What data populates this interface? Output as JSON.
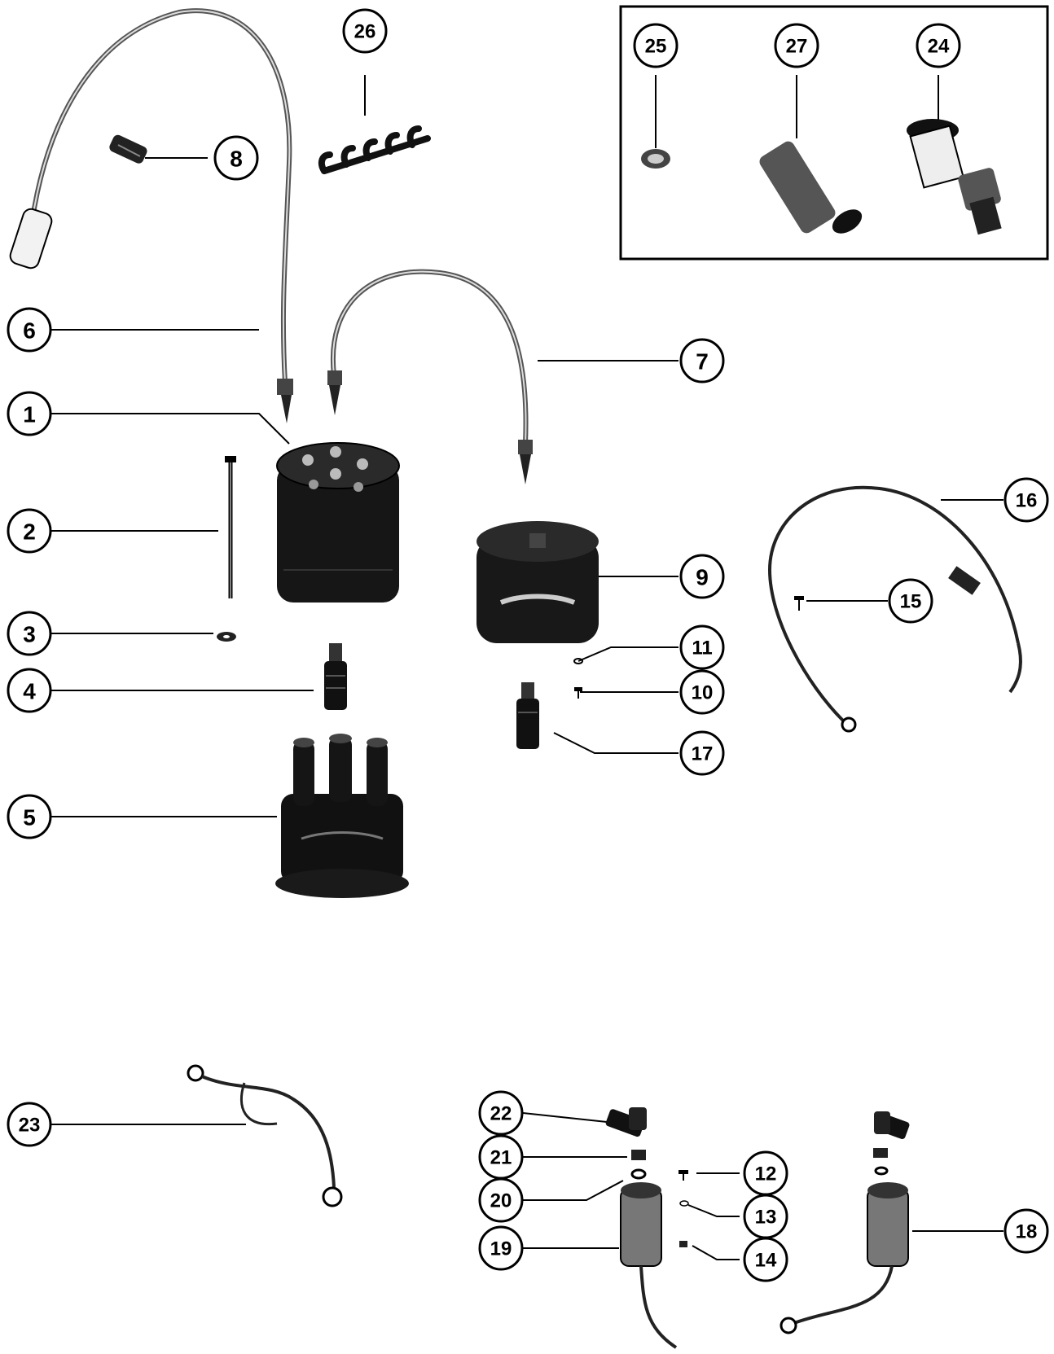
{
  "diagram": {
    "callouts": [
      {
        "id": "c1",
        "label": "1"
      },
      {
        "id": "c2",
        "label": "2"
      },
      {
        "id": "c3",
        "label": "3"
      },
      {
        "id": "c4",
        "label": "4"
      },
      {
        "id": "c5",
        "label": "5"
      },
      {
        "id": "c6",
        "label": "6"
      },
      {
        "id": "c7",
        "label": "7"
      },
      {
        "id": "c8",
        "label": "8"
      },
      {
        "id": "c9",
        "label": "9"
      },
      {
        "id": "c10",
        "label": "10"
      },
      {
        "id": "c11",
        "label": "11"
      },
      {
        "id": "c12",
        "label": "12"
      },
      {
        "id": "c13",
        "label": "13"
      },
      {
        "id": "c14",
        "label": "14"
      },
      {
        "id": "c15",
        "label": "15"
      },
      {
        "id": "c16",
        "label": "16"
      },
      {
        "id": "c17",
        "label": "17"
      },
      {
        "id": "c18",
        "label": "18"
      },
      {
        "id": "c19",
        "label": "19"
      },
      {
        "id": "c20",
        "label": "20"
      },
      {
        "id": "c21",
        "label": "21"
      },
      {
        "id": "c22",
        "label": "22"
      },
      {
        "id": "c23",
        "label": "23"
      },
      {
        "id": "c24",
        "label": "24"
      },
      {
        "id": "c25",
        "label": "25"
      },
      {
        "id": "c26",
        "label": "26"
      },
      {
        "id": "c27",
        "label": "27"
      }
    ]
  }
}
